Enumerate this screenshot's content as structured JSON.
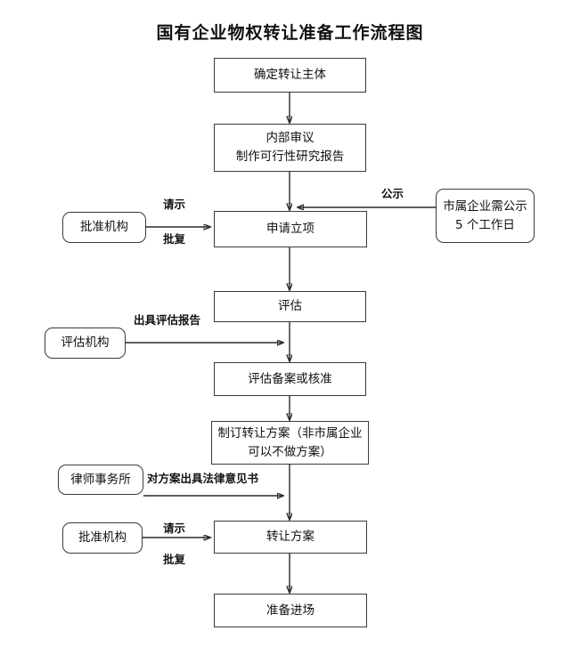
{
  "title": "国有企业物权转让准备工作流程图",
  "chart_data": {
    "type": "diagram",
    "diagram_kind": "flowchart",
    "title": "国有企业物权转让准备工作流程图",
    "orientation": "top-to-bottom",
    "nodes": [
      {
        "id": "n1",
        "label": "确定转让主体",
        "shape": "rectangle",
        "column": "main"
      },
      {
        "id": "n2",
        "label_line1": "内部审议",
        "label_line2": "制作可行性研究报告",
        "shape": "rectangle",
        "column": "main"
      },
      {
        "id": "n3",
        "label": "申请立项",
        "shape": "rectangle",
        "column": "main"
      },
      {
        "id": "n4",
        "label": "评估",
        "shape": "rectangle",
        "column": "main"
      },
      {
        "id": "n5",
        "label": "评估备案或核准",
        "shape": "rectangle",
        "column": "main"
      },
      {
        "id": "n6",
        "label_line1": "制订转让方案（非市属企业",
        "label_line2": "可以不做方案）",
        "shape": "rectangle",
        "column": "main"
      },
      {
        "id": "n7",
        "label": "转让方案",
        "shape": "rectangle",
        "column": "main"
      },
      {
        "id": "n8",
        "label": "准备进场",
        "shape": "rectangle",
        "column": "main"
      },
      {
        "id": "s1",
        "label": "批准机构",
        "shape": "rounded-rectangle",
        "column": "left"
      },
      {
        "id": "s2",
        "label": "评估机构",
        "shape": "rounded-rectangle",
        "column": "left"
      },
      {
        "id": "s3",
        "label": "律师事务所",
        "shape": "rounded-rectangle",
        "column": "left"
      },
      {
        "id": "s4",
        "label": "批准机构",
        "shape": "rounded-rectangle",
        "column": "left"
      },
      {
        "id": "r1",
        "label_line1": "市属企业需公示",
        "label_line2": "5 个工作日",
        "shape": "rounded-rectangle",
        "column": "right"
      }
    ],
    "edges": [
      {
        "from": "n1",
        "to": "n2",
        "label": "",
        "style": "arrow-down"
      },
      {
        "from": "n2",
        "to": "n3",
        "label": "",
        "style": "arrow-down"
      },
      {
        "from": "s1",
        "to": "n3",
        "label_top": "请示",
        "label_bottom": "批复",
        "style": "double-arrow-horizontal"
      },
      {
        "from": "r1",
        "to": "n3",
        "label": "公示",
        "style": "arrow-left"
      },
      {
        "from": "n3",
        "to": "n4",
        "label": "",
        "style": "arrow-down"
      },
      {
        "from": "s2",
        "to": "n4_n5_link",
        "label": "出具评估报告",
        "style": "arrow-right"
      },
      {
        "from": "n4",
        "to": "n5",
        "label": "",
        "style": "arrow-down"
      },
      {
        "from": "n5",
        "to": "n6",
        "label": "",
        "style": "arrow-down"
      },
      {
        "from": "s3",
        "to": "n6_n7_link",
        "label": "对方案出具法律意见书",
        "style": "arrow-right"
      },
      {
        "from": "n6",
        "to": "n7",
        "label": "",
        "style": "arrow-down"
      },
      {
        "from": "s4",
        "to": "n7",
        "label_top": "请示",
        "label_bottom": "批复",
        "style": "double-arrow-horizontal"
      },
      {
        "from": "n7",
        "to": "n8",
        "label": "",
        "style": "arrow-down"
      }
    ],
    "colors": {
      "stroke": "#2b2b2b",
      "fill": "#ffffff",
      "text": "#111111"
    }
  },
  "nodes": {
    "confirm_subject": "确定转让主体",
    "internal_review_line1": "内部审议",
    "internal_review_line2": "制作可行性研究报告",
    "apply_project": "申请立项",
    "appraisal": "评估",
    "appraisal_record": "评估备案或核准",
    "transfer_plan_draft_line1": "制订转让方案（非市属企业",
    "transfer_plan_draft_line2": "可以不做方案）",
    "transfer_plan": "转让方案",
    "ready_to_enter": "准备进场",
    "approval_org_top": "批准机构",
    "appraisal_org": "评估机构",
    "law_firm": "律师事务所",
    "approval_org_bottom": "批准机构",
    "public_notice_line1": "市属企业需公示",
    "public_notice_line2": "5 个工作日"
  },
  "edge_labels": {
    "request_top": "请示",
    "reply_top": "批复",
    "public_notice": "公示",
    "issue_appraisal_report": "出具评估报告",
    "issue_legal_opinion": "对方案出具法律意见书",
    "request_bottom": "请示",
    "reply_bottom": "批复"
  }
}
